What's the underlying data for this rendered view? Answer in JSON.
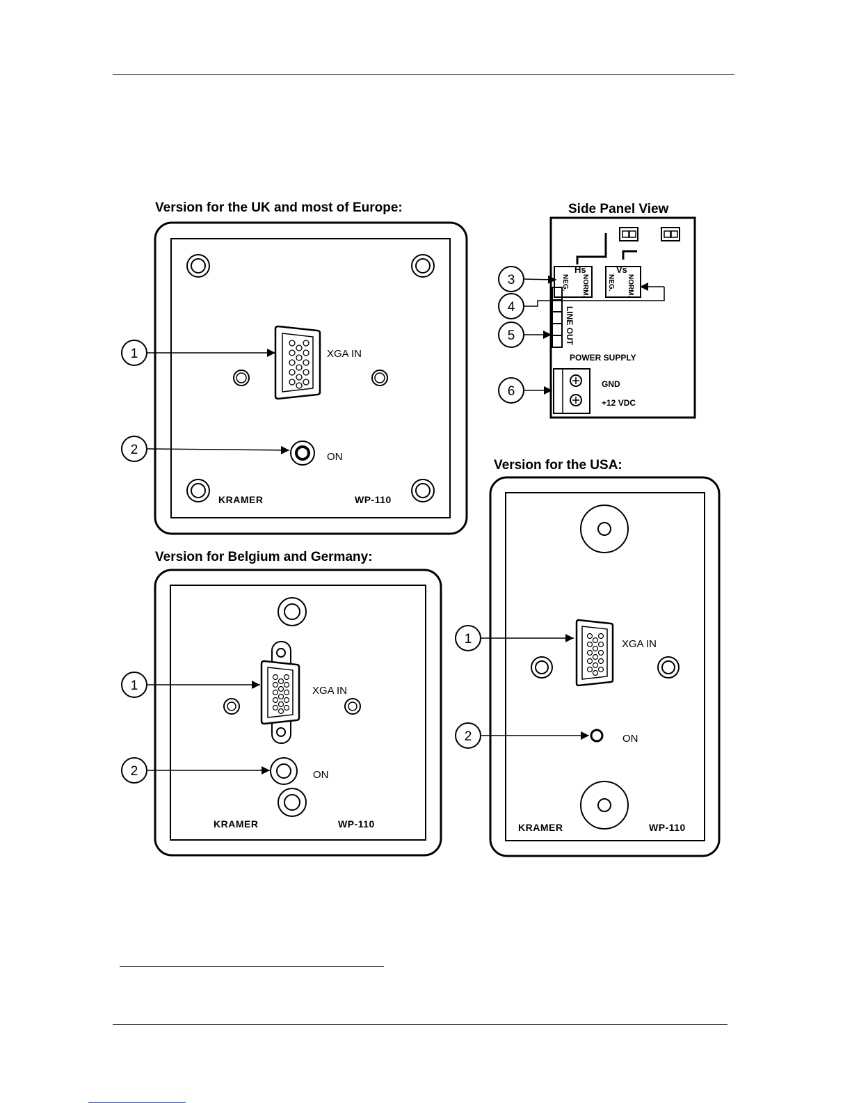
{
  "page": {
    "headings": {
      "uk": "Version for the UK and most of Europe:",
      "side": "Side Panel View",
      "usa": "Version for the USA:",
      "be_de": "Version for Belgium and Germany:"
    }
  },
  "front_panel": {
    "input_label": "XGA IN",
    "led_label": "ON",
    "brand": "KRAMER",
    "model": "WP-110"
  },
  "callouts": {
    "c1": "1",
    "c2": "2",
    "c3": "3",
    "c4": "4",
    "c5": "5",
    "c6": "6"
  },
  "side_panel": {
    "hs": "Hs",
    "vs": "Vs",
    "neg": "NEG.",
    "norm": "NORM.",
    "line_out": "LINE OUT",
    "power_supply": "POWER SUPPLY",
    "gnd": "GND",
    "vdc": "+12 VDC"
  }
}
